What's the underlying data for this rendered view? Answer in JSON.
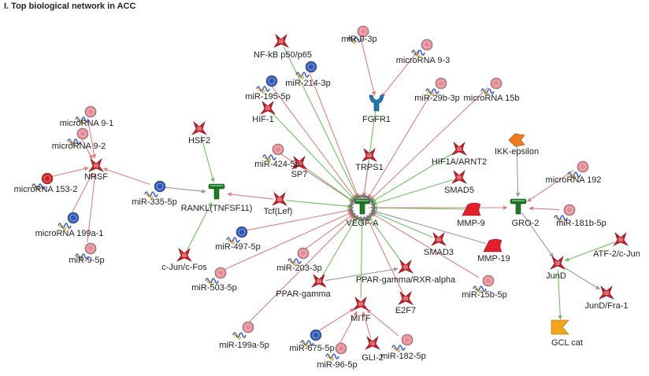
{
  "title": "I. Top biological network in ACC",
  "colors": {
    "activation_edge": "#6fbf5f",
    "inhibition_edge": "#d98080",
    "unspecified_edge": "#999999",
    "tf_red": "#c8202a",
    "hub_green": "#1e7a24",
    "receptor_blue": "#1f78b4",
    "mirna_pink": "#e58a94",
    "mirna_blue": "#2f57b8",
    "mirna_red": "#cc1f1f",
    "protease_red": "#e0202a",
    "kinase_orange": "#f07a1c",
    "enzyme_orange": "#f2a51d"
  },
  "nodes": [
    {
      "id": "vegfa",
      "label": "VEGF-A",
      "type": "hub"
    },
    {
      "id": "rankl",
      "label": "RANKL(TNFSF11)",
      "type": "hub"
    },
    {
      "id": "gro2",
      "label": "GRO-2",
      "type": "hub"
    },
    {
      "id": "nrsf",
      "label": "NRSF",
      "type": "tf"
    },
    {
      "id": "hsf2",
      "label": "HSF2",
      "type": "tf"
    },
    {
      "id": "nfkb",
      "label": "NF-kB p50/p65",
      "type": "tf"
    },
    {
      "id": "hif1",
      "label": "HIF-1",
      "type": "tf"
    },
    {
      "id": "trps1",
      "label": "TRPS1",
      "type": "tf"
    },
    {
      "id": "hif1a",
      "label": "HIF1A/ARNT2",
      "type": "tf"
    },
    {
      "id": "smad5",
      "label": "SMAD5",
      "type": "tf"
    },
    {
      "id": "sp7",
      "label": "SP7",
      "type": "tf"
    },
    {
      "id": "tcf",
      "label": "Tcf(Lef)",
      "type": "tf"
    },
    {
      "id": "cjun",
      "label": "c-Jun/c-Fos",
      "type": "tf"
    },
    {
      "id": "smad3",
      "label": "SMAD3",
      "type": "tf"
    },
    {
      "id": "ppargrxr",
      "label": "PPAR-gamma/RXR-alpha",
      "type": "tf"
    },
    {
      "id": "pparg",
      "label": "PPAR-gamma",
      "type": "tf"
    },
    {
      "id": "e2f7",
      "label": "E2F7",
      "type": "tf"
    },
    {
      "id": "mitf",
      "label": "MITF",
      "type": "tf"
    },
    {
      "id": "gli2",
      "label": "GLI-2",
      "type": "tf"
    },
    {
      "id": "jund",
      "label": "JunD",
      "type": "tf"
    },
    {
      "id": "atf2",
      "label": "ATF-2/c-Jun",
      "type": "tf"
    },
    {
      "id": "jundfra",
      "label": "JunD/Fra-1",
      "type": "tf"
    },
    {
      "id": "fgfr1",
      "label": "FGFR1",
      "type": "receptor"
    },
    {
      "id": "mmp9",
      "label": "MMP-9",
      "type": "protease"
    },
    {
      "id": "mmp19",
      "label": "MMP-19",
      "type": "protease"
    },
    {
      "id": "ikke",
      "label": "IKK-epsilon",
      "type": "kinase"
    },
    {
      "id": "gcl",
      "label": "GCL cat",
      "type": "enzyme"
    },
    {
      "id": "mir93p",
      "label": "miR-9-3p",
      "type": "mirna_pink"
    },
    {
      "id": "mirna93",
      "label": "microRNA 9-3",
      "type": "mirna_pink"
    },
    {
      "id": "mir2143p",
      "label": "miR-214-3p",
      "type": "mirna_blue"
    },
    {
      "id": "mir1955p",
      "label": "miR-195-5p",
      "type": "mirna_blue"
    },
    {
      "id": "mir29b3p",
      "label": "miR-29b-3p",
      "type": "mirna_pink"
    },
    {
      "id": "mirna15b",
      "label": "microRNA 15b",
      "type": "mirna_pink"
    },
    {
      "id": "mirna91",
      "label": "microRNA 9-1",
      "type": "mirna_pink"
    },
    {
      "id": "mirna92",
      "label": "microRNA 9-2",
      "type": "mirna_pink"
    },
    {
      "id": "mirna1532",
      "label": "microRNA 153-2",
      "type": "mirna_red"
    },
    {
      "id": "mirna199a1",
      "label": "microRNA 199a-1",
      "type": "mirna_blue"
    },
    {
      "id": "mir95p",
      "label": "miR-9-5p",
      "type": "mirna_pink"
    },
    {
      "id": "mir3355p",
      "label": "miR-335-5p",
      "type": "mirna_blue"
    },
    {
      "id": "mir4245p",
      "label": "miR-424-5p",
      "type": "mirna_pink"
    },
    {
      "id": "mir4975p",
      "label": "miR-497-5p",
      "type": "mirna_blue"
    },
    {
      "id": "mir2033p",
      "label": "miR-203-3p",
      "type": "mirna_pink"
    },
    {
      "id": "mir5035p",
      "label": "miR-503-5p",
      "type": "mirna_pink"
    },
    {
      "id": "mir199a5p",
      "label": "miR-199a-5p",
      "type": "mirna_pink"
    },
    {
      "id": "mir6755p",
      "label": "miR-675-5p",
      "type": "mirna_blue"
    },
    {
      "id": "mir965p",
      "label": "miR-96-5p",
      "type": "mirna_pink"
    },
    {
      "id": "mir1825p",
      "label": "miR-182-5p",
      "type": "mirna_pink"
    },
    {
      "id": "mir15b5p",
      "label": "miR-15b-5p",
      "type": "mirna_pink"
    },
    {
      "id": "mirna192",
      "label": "microRNA 192",
      "type": "mirna_pink"
    },
    {
      "id": "mir181b5p",
      "label": "miR-181b-5p",
      "type": "mirna_pink"
    }
  ],
  "edges": [
    {
      "from": "nfkb",
      "to": "vegfa",
      "effect": "activation"
    },
    {
      "from": "mir93p",
      "to": "fgfr1",
      "effect": "inhibition"
    },
    {
      "from": "mirna93",
      "to": "fgfr1",
      "effect": "inhibition"
    },
    {
      "from": "mir2143p",
      "to": "vegfa",
      "effect": "inhibition"
    },
    {
      "from": "mir1955p",
      "to": "vegfa",
      "effect": "inhibition"
    },
    {
      "from": "mir29b3p",
      "to": "vegfa",
      "effect": "inhibition"
    },
    {
      "from": "mirna15b",
      "to": "vegfa",
      "effect": "inhibition"
    },
    {
      "from": "fgfr1",
      "to": "vegfa",
      "effect": "activation"
    },
    {
      "from": "hif1",
      "to": "vegfa",
      "effect": "activation"
    },
    {
      "from": "trps1",
      "to": "vegfa",
      "effect": "inhibition"
    },
    {
      "from": "hif1a",
      "to": "vegfa",
      "effect": "activation"
    },
    {
      "from": "smad5",
      "to": "vegfa",
      "effect": "activation"
    },
    {
      "from": "mir4245p",
      "to": "vegfa",
      "effect": "inhibition"
    },
    {
      "from": "sp7",
      "to": "vegfa",
      "effect": "activation"
    },
    {
      "from": "tcf",
      "to": "vegfa",
      "effect": "activation"
    },
    {
      "from": "tcf",
      "to": "rankl",
      "effect": "inhibition"
    },
    {
      "from": "mir4975p",
      "to": "vegfa",
      "effect": "inhibition"
    },
    {
      "from": "mir2033p",
      "to": "vegfa",
      "effect": "inhibition"
    },
    {
      "from": "mir5035p",
      "to": "vegfa",
      "effect": "inhibition"
    },
    {
      "from": "pparg",
      "to": "vegfa",
      "effect": "activation"
    },
    {
      "from": "pparg",
      "to": "ppargrxr",
      "effect": "unspecified"
    },
    {
      "from": "ppargrxr",
      "to": "vegfa",
      "effect": "activation"
    },
    {
      "from": "mir199a5p",
      "to": "vegfa",
      "effect": "inhibition"
    },
    {
      "from": "mitf",
      "to": "vegfa",
      "effect": "activation"
    },
    {
      "from": "e2f7",
      "to": "vegfa",
      "effect": "inhibition"
    },
    {
      "from": "smad3",
      "to": "vegfa",
      "effect": "activation"
    },
    {
      "from": "mir15b5p",
      "to": "vegfa",
      "effect": "inhibition"
    },
    {
      "from": "mmp9",
      "to": "vegfa",
      "effect": "activation"
    },
    {
      "from": "mmp19",
      "to": "vegfa",
      "effect": "unspecified"
    },
    {
      "from": "mir6755p",
      "to": "mitf",
      "effect": "inhibition"
    },
    {
      "from": "mir965p",
      "to": "mitf",
      "effect": "inhibition"
    },
    {
      "from": "mir1825p",
      "to": "mitf",
      "effect": "inhibition"
    },
    {
      "from": "gli2",
      "to": "mitf",
      "effect": "inhibition"
    },
    {
      "from": "hsf2",
      "to": "rankl",
      "effect": "activation"
    },
    {
      "from": "mir3355p",
      "to": "rankl",
      "effect": "unspecified"
    },
    {
      "from": "cjun",
      "to": "rankl",
      "effect": "activation"
    },
    {
      "from": "mir3355p",
      "to": "nrsf",
      "effect": "inhibition"
    },
    {
      "from": "mirna91",
      "to": "nrsf",
      "effect": "inhibition"
    },
    {
      "from": "mirna92",
      "to": "nrsf",
      "effect": "inhibition"
    },
    {
      "from": "mirna1532",
      "to": "nrsf",
      "effect": "inhibition"
    },
    {
      "from": "mirna199a1",
      "to": "nrsf",
      "effect": "inhibition"
    },
    {
      "from": "mir95p",
      "to": "nrsf",
      "effect": "inhibition"
    },
    {
      "from": "vegfa",
      "to": "gro2",
      "effect": "inhibition"
    },
    {
      "from": "ikke",
      "to": "gro2",
      "effect": "unspecified"
    },
    {
      "from": "mirna192",
      "to": "gro2",
      "effect": "inhibition"
    },
    {
      "from": "mir181b5p",
      "to": "gro2",
      "effect": "inhibition"
    },
    {
      "from": "gro2",
      "to": "jund",
      "effect": "unspecified"
    },
    {
      "from": "atf2",
      "to": "jund",
      "effect": "activation"
    },
    {
      "from": "jund",
      "to": "jundfra",
      "effect": "unspecified"
    },
    {
      "from": "jund",
      "to": "gcl",
      "effect": "activation"
    }
  ]
}
